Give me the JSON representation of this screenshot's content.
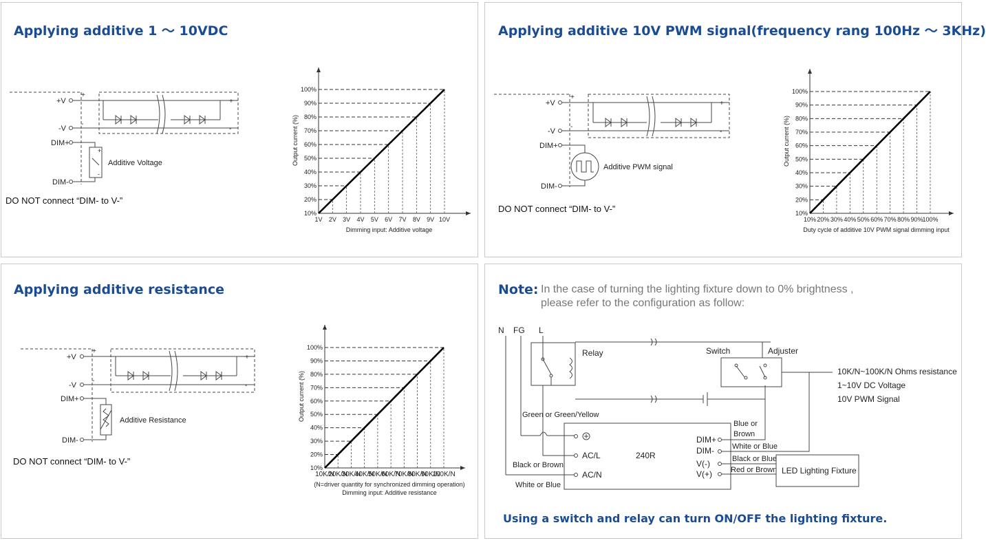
{
  "panels": {
    "p1": {
      "title": "Applying additive 1 ～ 10VDC",
      "warning": "DO NOT connect “DIM- to V-”",
      "labels": {
        "vplus": "+V",
        "vminus": "-V",
        "dimplus": "DIM+",
        "dimminus": "DIM-",
        "plus": "+",
        "minus": "-",
        "source": "Additive Voltage"
      }
    },
    "p2": {
      "title": "Applying additive 10V PWM signal(frequency rang 100Hz ～ 3KHz)",
      "warning": "DO NOT connect “DIM- to V-”",
      "labels": {
        "vplus": "+V",
        "vminus": "-V",
        "dimplus": "DIM+",
        "dimminus": "DIM-",
        "plus": "+",
        "minus": "-",
        "source": "Additive PWM signal"
      }
    },
    "p3": {
      "title": "Applying additive resistance",
      "warning": "DO NOT connect “DIM- to V-”",
      "labels": {
        "vplus": "+V",
        "vminus": "-V",
        "dimplus": "DIM+",
        "dimminus": "DIM-",
        "plus": "+",
        "minus": "-",
        "source": "Additive Resistance"
      }
    },
    "p4": {
      "note_label": "Note:",
      "note_line1": "In the case of turning the lighting fixture down to 0% brightness ,",
      "note_line2": "please refer to the configuration as follow:",
      "bottom": "Using a switch and relay can turn ON/OFF the lighting fixture.",
      "labels": {
        "n": "N",
        "fg": "FG",
        "l": "L",
        "relay": "Relay",
        "switch": "Switch",
        "adjuster": "Adjuster",
        "opt1": "10K/N~100K/N Ohms resistance",
        "opt2": "1~10V DC Voltage",
        "opt3": "10V PWM Signal",
        "green": "Green or Green/Yellow",
        "black_brown": "Black or Brown",
        "white_blue": "White or Blue",
        "acl": "AC/L",
        "acn": "AC/N",
        "model": "240R",
        "dimp": "DIM+",
        "dimm": "DIM-",
        "vm": "V(-)",
        "vp": "V(+)",
        "blue_brown1": "Blue or",
        "blue_brown2": "Brown",
        "white_blue2": "White or Blue",
        "black_blue": "Black or Blue",
        "red_brown": "Red or Brown",
        "led": "LED Lighting Fixture"
      }
    }
  },
  "chart_data": [
    {
      "type": "line",
      "x": [
        "1V",
        "2V",
        "3V",
        "4V",
        "5V",
        "6V",
        "7V",
        "8V",
        "9V",
        "10V"
      ],
      "y": [
        10,
        20,
        30,
        40,
        50,
        60,
        70,
        80,
        90,
        100
      ],
      "yticks": [
        "10%",
        "20%",
        "30%",
        "40%",
        "50%",
        "60%",
        "70%",
        "80%",
        "90%",
        "100%"
      ],
      "xlabel": "Dimming input: Additive voltage",
      "ylabel": "Output current (%)",
      "ylim": [
        10,
        100
      ]
    },
    {
      "type": "line",
      "x": [
        "10%",
        "20%",
        "30%",
        "40%",
        "50%",
        "60%",
        "70%",
        "80%",
        "90%",
        "100%"
      ],
      "y": [
        10,
        20,
        30,
        40,
        50,
        60,
        70,
        80,
        90,
        100
      ],
      "yticks": [
        "10%",
        "20%",
        "30%",
        "40%",
        "50%",
        "60%",
        "70%",
        "80%",
        "90%",
        "100%"
      ],
      "xlabel": "Duty cycle of additive 10V PWM signal dimming input",
      "ylabel": "Output current (%)",
      "ylim": [
        10,
        100
      ]
    },
    {
      "type": "line",
      "x": [
        "10K/N",
        "20K/N",
        "30K/N",
        "40K/N",
        "50K/N",
        "60K/N",
        "70K/N",
        "80K/N",
        "90K/N",
        "100K/N"
      ],
      "y": [
        10,
        20,
        30,
        40,
        50,
        60,
        70,
        80,
        90,
        100
      ],
      "yticks": [
        "10%",
        "20%",
        "30%",
        "40%",
        "50%",
        "60%",
        "70%",
        "80%",
        "90%",
        "100%"
      ],
      "xnote": "(N=driver quantity for synchronized dimming operation)",
      "xlabel": "Dimming input: Additive resistance",
      "ylabel": "Output current (%)",
      "ylim": [
        10,
        100
      ]
    }
  ]
}
